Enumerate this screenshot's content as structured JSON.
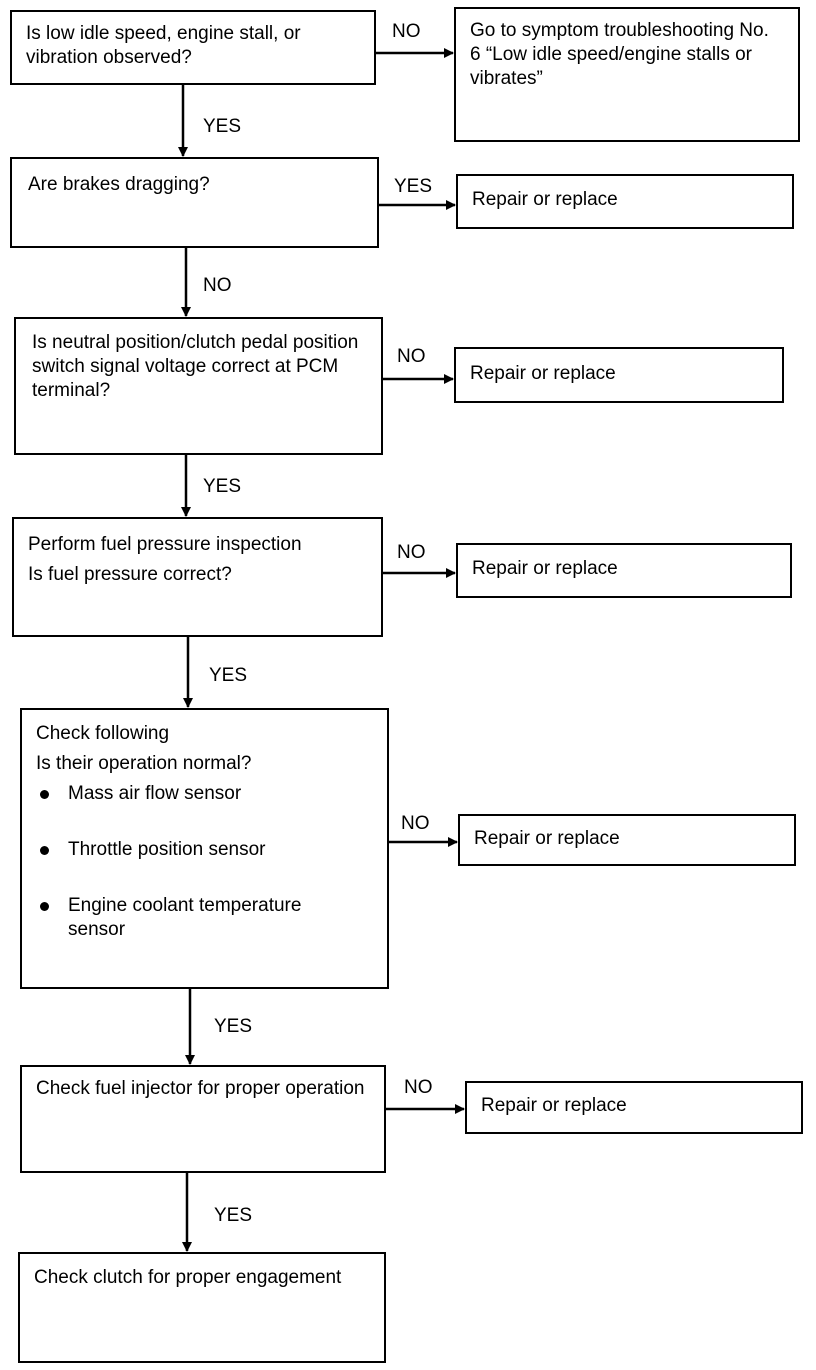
{
  "steps": {
    "s1": "Is low idle speed,  engine stall, or vibration observed?",
    "s2": "Are brakes dragging?",
    "s3": "Is neutral position/clutch pedal position switch signal voltage correct at PCM terminal?",
    "s4_line1": "Perform fuel pressure inspection",
    "s4_line2": "Is fuel pressure correct?",
    "s5_line1": "Check following",
    "s5_line2": "Is their operation normal?",
    "s5_items": [
      "Mass air flow sensor",
      "Throttle position sensor",
      "Engine coolant temperature sensor"
    ],
    "s6": "Check fuel injector for proper operation",
    "s7": "Check clutch for proper engagement"
  },
  "results": {
    "r1": "Go to symptom troubleshooting No. 6 “Low idle speed/engine stalls or vibrates”",
    "r2": "Repair or replace",
    "r3": "Repair or replace",
    "r4": "Repair or replace",
    "r5": "Repair or replace",
    "r6": "Repair or replace"
  },
  "branches": {
    "s1_side": "NO",
    "s1_down": "YES",
    "s2_side": "YES",
    "s2_down": "NO",
    "s3_side": "NO",
    "s3_down": "YES",
    "s4_side": "NO",
    "s4_down": "YES",
    "s5_side": "NO",
    "s5_down": "YES",
    "s6_side": "NO",
    "s6_down": "YES"
  }
}
